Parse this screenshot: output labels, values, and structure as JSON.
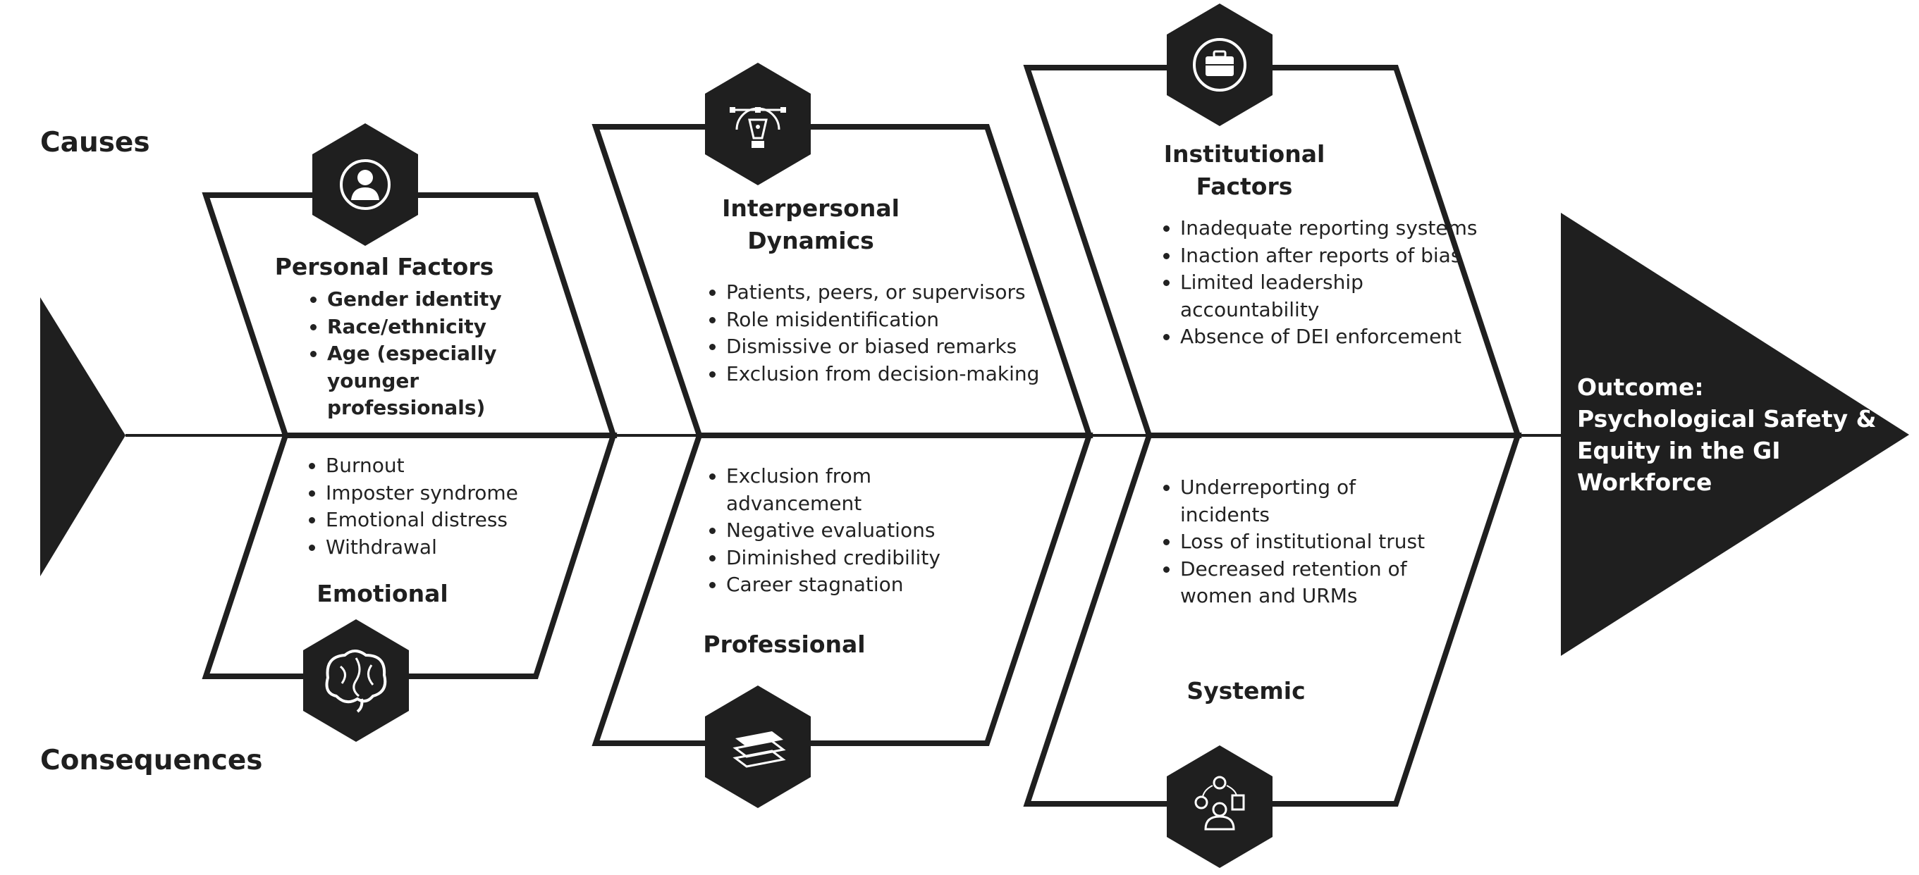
{
  "labels": {
    "causes": "Causes",
    "consequences": "Consequences"
  },
  "causes": [
    {
      "heading": "Personal Factors",
      "icon": "person-icon",
      "items": [
        "Gender identity",
        "Race/ethnicity",
        "Age (especially younger professionals)"
      ]
    },
    {
      "heading": "Interpersonal Dynamics",
      "icon": "pen-tool-icon",
      "items": [
        "Patients, peers, or supervisors",
        "Role misidentification",
        "Dismissive or biased remarks",
        "Exclusion from decision-making"
      ]
    },
    {
      "heading": "Institutional Factors",
      "icon": "briefcase-icon",
      "items": [
        "Inadequate reporting systems",
        "Inaction after reports of bias",
        "Limited leadership accountability",
        "Absence of DEI enforcement"
      ]
    }
  ],
  "consequences": [
    {
      "heading": "Emotional",
      "icon": "brain-icon",
      "items": [
        "Burnout",
        "Imposter syndrome",
        "Emotional distress",
        "Withdrawal"
      ]
    },
    {
      "heading": "Professional",
      "icon": "layers-icon",
      "items": [
        "Exclusion from advancement",
        "Negative evaluations",
        "Diminished credibility",
        "Career stagnation"
      ]
    },
    {
      "heading": "Systemic",
      "icon": "workflow-person-icon",
      "items": [
        "Underreporting of incidents",
        "Loss of institutional trust",
        "Decreased retention of women and URMs"
      ]
    }
  ],
  "outcome": {
    "lines": [
      "Outcome:",
      "Psychological Safety &",
      "Equity in the GI",
      "Workforce"
    ]
  },
  "colors": {
    "ink": "#1f1f1f",
    "background": "#ffffff"
  }
}
